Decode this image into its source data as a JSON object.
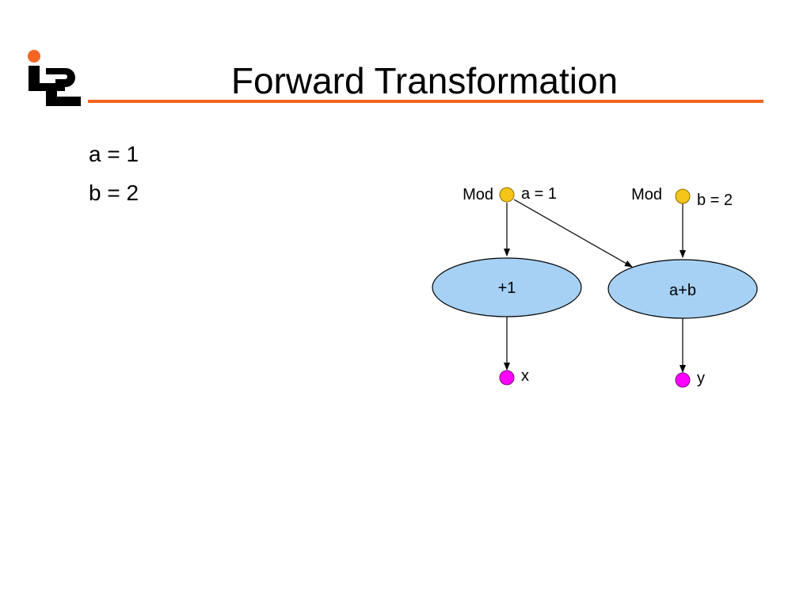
{
  "slide": {
    "title": "Forward Transformation",
    "accent_color": "#f26522",
    "logo_icon": "ipe-logo"
  },
  "bullets": [
    "a = 1",
    "b = 2"
  ],
  "diagram": {
    "inputs": [
      {
        "prefix": "Mod",
        "value": "a = 1"
      },
      {
        "prefix": "Mod",
        "value": "b = 2"
      }
    ],
    "operations": [
      {
        "label": "+1"
      },
      {
        "label": "a+b"
      }
    ],
    "outputs": [
      {
        "label": "x"
      },
      {
        "label": "y"
      }
    ],
    "colors": {
      "input_node": "#f5c518",
      "operation_fill": "#a6d1f5",
      "output_node": "#ff00ff"
    }
  }
}
